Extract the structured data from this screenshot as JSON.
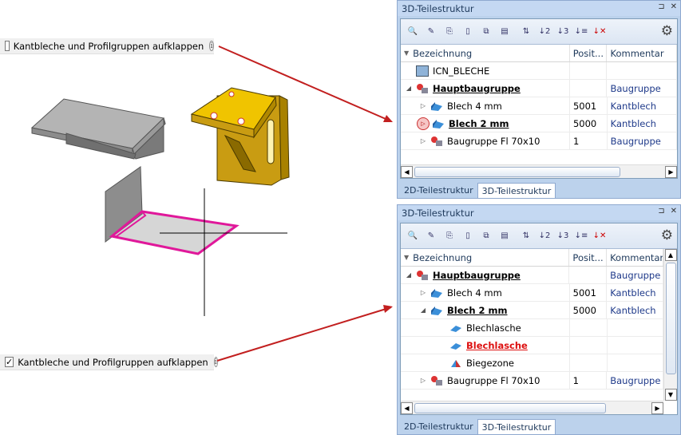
{
  "checkbox_top": {
    "label": "Kantbleche und Profilgruppen aufklappen",
    "checked": false
  },
  "checkbox_bottom": {
    "label": "Kantbleche und Profilgruppen aufklappen",
    "checked": true,
    "mark": "✓"
  },
  "panel_top": {
    "title": "3D-Teilestruktur",
    "columns": [
      "Bezeichnung",
      "Posit...",
      "Kommentar"
    ],
    "rows": [
      {
        "name": "ICN_BLECHE",
        "pos": "",
        "comment": ""
      },
      {
        "name": "Hauptbaugruppe",
        "pos": "",
        "comment": "Baugruppe"
      },
      {
        "name": "Blech 4 mm",
        "pos": "5001",
        "comment": "Kantblech"
      },
      {
        "name": "Blech 2 mm",
        "pos": "5000",
        "comment": "Kantblech"
      },
      {
        "name": "Baugruppe Fl 70x10",
        "pos": "1",
        "comment": "Baugruppe"
      }
    ],
    "tabs": [
      "2D-Teilestruktur",
      "3D-Teilestruktur"
    ]
  },
  "panel_bottom": {
    "title": "3D-Teilestruktur",
    "columns": [
      "Bezeichnung",
      "Posit...",
      "Kommentar"
    ],
    "rows": [
      {
        "name": "Hauptbaugruppe",
        "pos": "",
        "comment": "Baugruppe"
      },
      {
        "name": "Blech 4 mm",
        "pos": "5001",
        "comment": "Kantblech"
      },
      {
        "name": "Blech 2 mm",
        "pos": "5000",
        "comment": "Kantblech"
      },
      {
        "name": "Blechlasche",
        "pos": "",
        "comment": ""
      },
      {
        "name": "Blechlasche",
        "pos": "",
        "comment": ""
      },
      {
        "name": "Biegezone",
        "pos": "",
        "comment": ""
      },
      {
        "name": "Baugruppe Fl 70x10",
        "pos": "1",
        "comment": "Baugruppe"
      }
    ],
    "tabs": [
      "2D-Teilestruktur",
      "3D-Teilestruktur"
    ]
  },
  "colors": {
    "highlight_edge": "#e0189a",
    "part_yellow": "#e8b800",
    "arrow_red": "#c21f1f",
    "panel_bg": "#bcd2ec"
  }
}
